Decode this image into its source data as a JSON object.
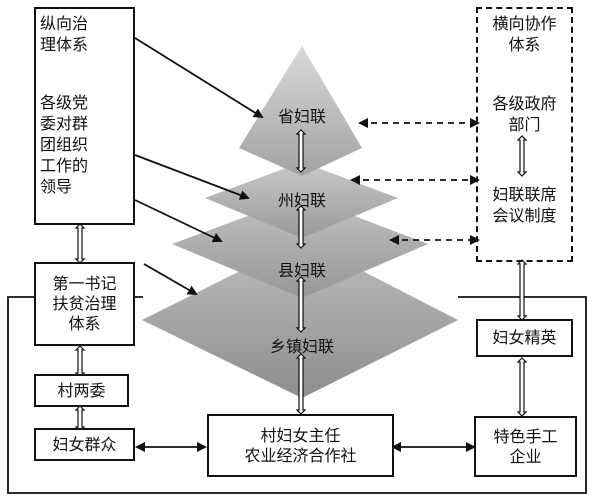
{
  "boxes": {
    "vertical_title": "纵向治\n理体系",
    "party_leadership": "各级党\n委对群\n团组织\n工作的\n领导",
    "horizontal_title": "横向协作\n体系",
    "gov_departments": "各级政府\n部门",
    "joint_meeting": "妇联联席\n会议制度",
    "first_secretary": "第一书记\n扶贫治理\n体系",
    "village_committees": "村两委",
    "women_masses": "妇女群众",
    "village_director": "村妇女主任\n农业经济合作社",
    "women_elite": "妇女精英",
    "handicraft": "特色手工\n企业"
  },
  "pyramid": {
    "province": "省妇联",
    "prefecture": "州妇联",
    "county": "县妇联",
    "township": "乡镇妇联"
  }
}
